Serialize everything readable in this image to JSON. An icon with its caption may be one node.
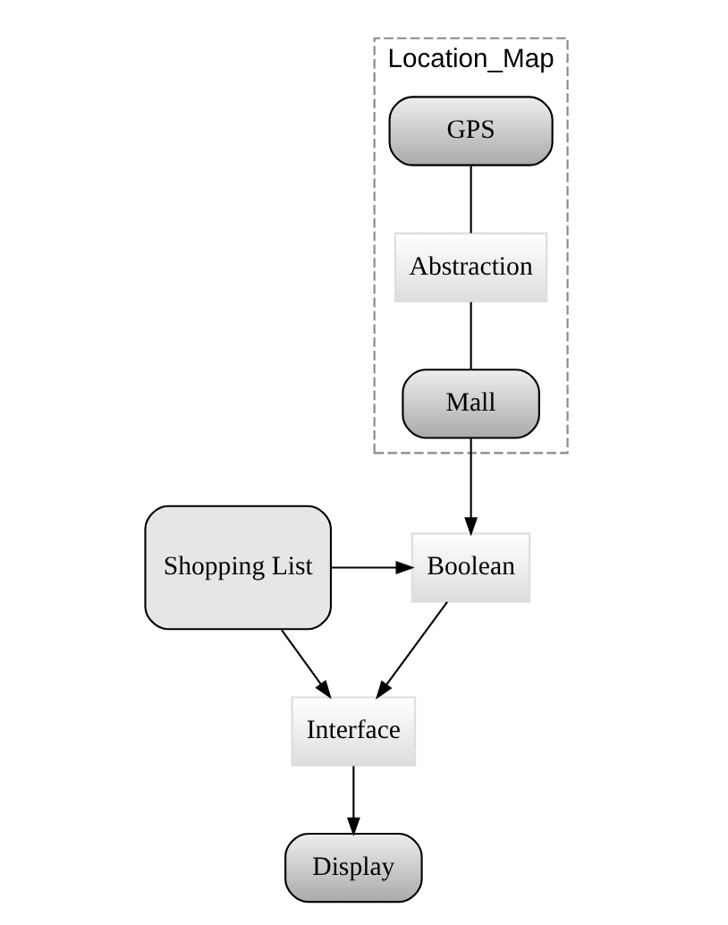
{
  "diagram": {
    "nodes": [
      {
        "text": [
          "Location_Map"
        ]
      },
      {
        "text": [
          "GPS"
        ],
        "in": 0
      },
      {
        "text": [
          "Abstraction"
        ],
        "in": 0
      },
      {
        "text": [
          "Mall"
        ],
        "in": 0
      },
      {
        "text": [
          "Boolean"
        ]
      },
      {
        "text": [
          "Shopping List"
        ]
      },
      {
        "text": [
          "Interface"
        ]
      },
      {
        "text": [
          "Display"
        ]
      }
    ],
    "edges": [
      {
        "from": 1,
        "to": 2,
        "arrow": "none"
      },
      {
        "from": 2,
        "to": 3,
        "arrow": "none"
      },
      {
        "from": 3,
        "to": 4,
        "arrow": "to"
      },
      {
        "from": 5,
        "to": 4,
        "arrow": "to"
      },
      {
        "from": 4,
        "to": 6,
        "arrow": "to"
      },
      {
        "from": 5,
        "to": 6,
        "arrow": "to"
      },
      {
        "from": 6,
        "to": 7,
        "arrow": "to"
      }
    ]
  }
}
